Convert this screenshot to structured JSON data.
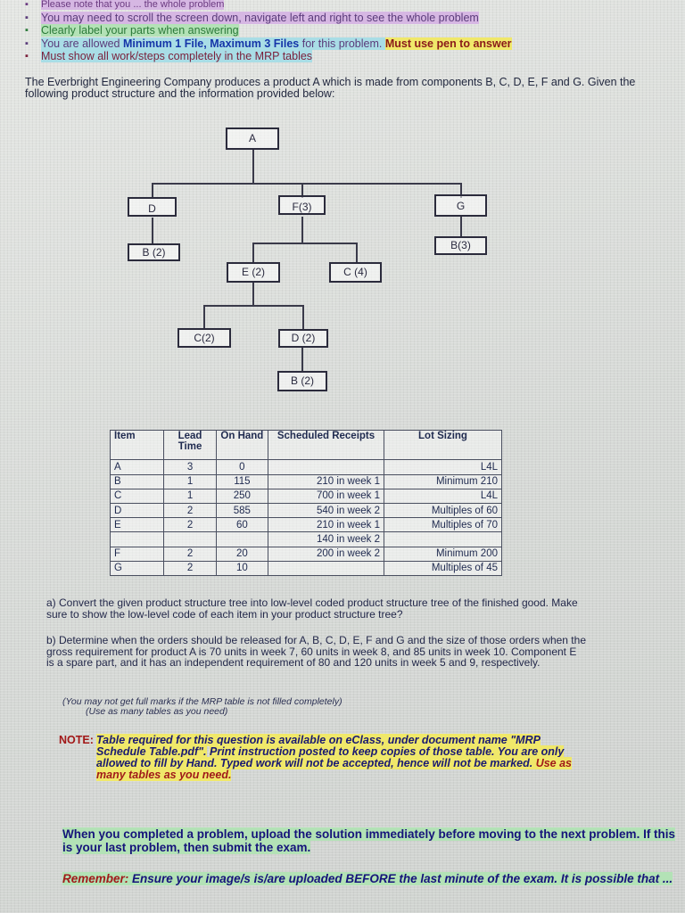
{
  "bullets": [
    "Please note that you ... the whole problem",
    "You may need to scroll the screen down, navigate left and right to see the whole problem",
    "Clearly label your parts when answering",
    "Must show all work/steps completely in the MRP tables"
  ],
  "bullet_allowed": {
    "prefix": "You are allowed ",
    "limit": "Minimum 1 File, Maximum 3 Files",
    "middle": " for this problem. ",
    "pen": "Must use pen to answer"
  },
  "intro": "The Everbright Engineering Company produces a product A which is made from components B, C, D, E, F and G. Given the following product structure and the information provided below:",
  "tree": {
    "a": "A",
    "d": "D",
    "f": "F(3)",
    "g": "G",
    "b2": "B (2)",
    "b3": "B(3)",
    "e2": "E (2)",
    "c4": "C (4)",
    "c2": "C(2)",
    "d2": "D (2)",
    "bb2": "B (2)"
  },
  "table": {
    "headers": {
      "item": "Item",
      "lead": "Lead Time",
      "hand": "On Hand",
      "sched": "Scheduled Receipts",
      "lot": "Lot Sizing"
    },
    "rows": [
      {
        "item": "A",
        "lead": "3",
        "hand": "0",
        "sched": "",
        "lot": "L4L"
      },
      {
        "item": "B",
        "lead": "1",
        "hand": "115",
        "sched": "210 in week 1",
        "lot": "Minimum 210"
      },
      {
        "item": "C",
        "lead": "1",
        "hand": "250",
        "sched": "700 in week 1",
        "lot": "L4L"
      },
      {
        "item": "D",
        "lead": "2",
        "hand": "585",
        "sched": "540 in week 2",
        "lot": "Multiples of 60"
      },
      {
        "item": "E",
        "lead": "2",
        "hand": "60",
        "sched": "210 in week 1",
        "lot": "Multiples of 70"
      },
      {
        "item": "",
        "lead": "",
        "hand": "",
        "sched": "140 in week 2",
        "lot": ""
      },
      {
        "item": "F",
        "lead": "2",
        "hand": "20",
        "sched": "200 in week 2",
        "lot": "Minimum 200"
      },
      {
        "item": "G",
        "lead": "2",
        "hand": "10",
        "sched": "",
        "lot": "Multiples of 45"
      }
    ]
  },
  "questions": {
    "a": "a) Convert the given product structure tree into low-level coded product structure tree of the finished good. Make sure to show the low-level code of each item in your product structure tree?",
    "b": "b) Determine when the orders should be released for A, B, C, D, E, F and G and the size of those orders when the gross requirement for product A is 70 units in week 7, 60 units in week 8, and 85 units in week 10. Component E is a spare part, and it has an independent requirement of 80 and 120 units in week 5 and 9, respectively.",
    "b_note1": "(You may not get full marks if the MRP table is not filled completely)",
    "b_note2": "(Use as many tables as you need)"
  },
  "note": {
    "label": "NOTE:",
    "text1": "Table required for this question is available on eClass, under document name \"MRP Schedule Table.pdf\".",
    "text2": "Print instruction posted to keep copies of those table. You are only allowed to fill by Hand. Typed work will not be accepted, hence will not be marked.",
    "text3": " Use as many tables as you need."
  },
  "final": {
    "text": "When you completed a problem, upload the solution immediately before moving to the next problem. If this is your last problem, then submit the exam.",
    "remember_label": "Remember:",
    "remember_text": " Ensure your image/s is/are uploaded BEFORE the last minute of the exam. It is possible that ..."
  }
}
